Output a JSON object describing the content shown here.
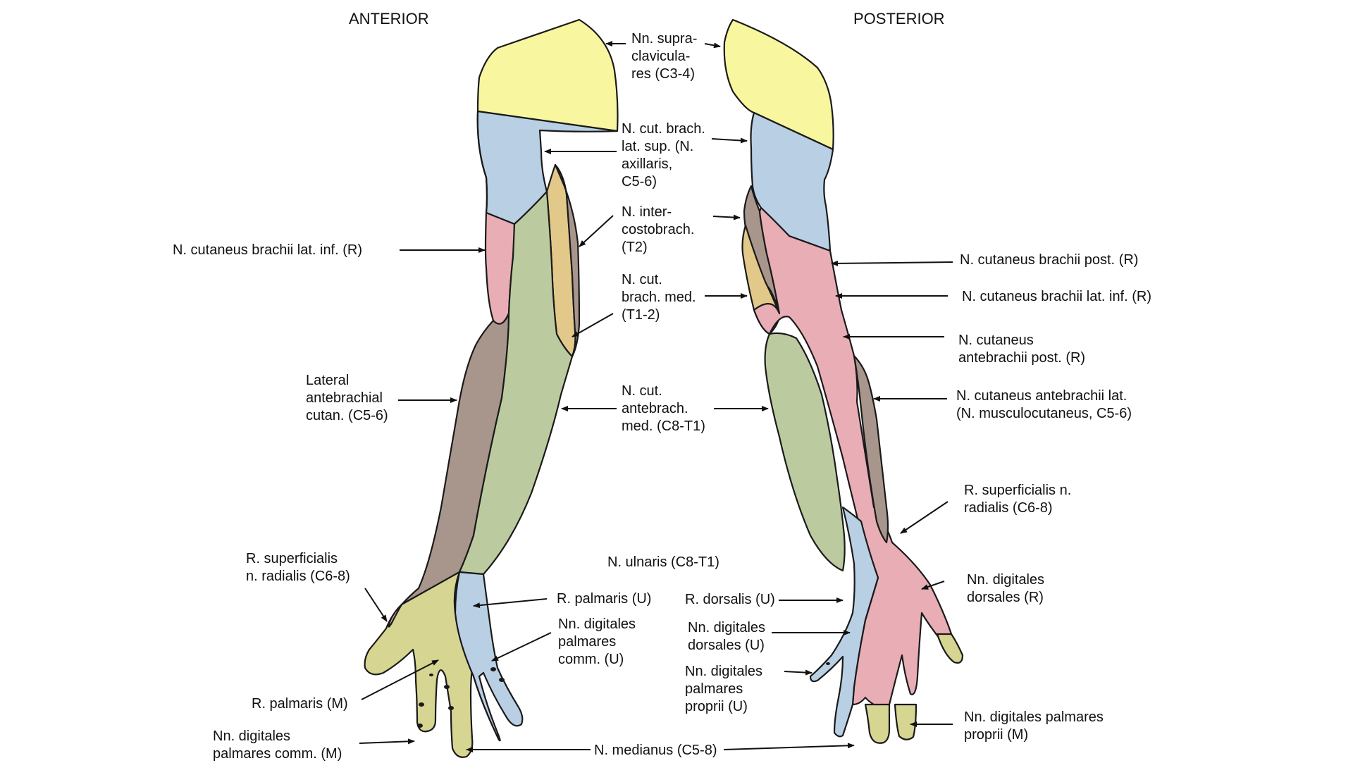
{
  "headings": {
    "anterior": "ANTERIOR",
    "posterior": "POSTERIOR"
  },
  "colors": {
    "supraclavicular": "#f8f7a0",
    "axillary": "#b9cfe4",
    "intercostobrachial": "#a8968c",
    "medial_brachial": "#e2c98a",
    "medial_antebrachial": "#bccb9f",
    "radial": "#e8adb5",
    "lateral_antebrachial": "#a8968c",
    "ulnar": "#b9cfe4",
    "median": "#d6d592",
    "outline": "#1a1a1a"
  },
  "labels": {
    "supraclav": [
      "Nn. supra-",
      "clavicula-",
      "res (C3-4)"
    ],
    "brach_lat_sup": [
      "N. cut. brach.",
      "lat. sup. (N.",
      "axillaris,",
      "C5-6)"
    ],
    "intercosto": [
      "N. inter-",
      "costobrach.",
      "(T2)"
    ],
    "brach_med": [
      "N. cut.",
      "brach. med.",
      "(T1-2)"
    ],
    "antebrach_med": [
      "N. cut.",
      "antebrach.",
      "med. (C8-T1)"
    ],
    "brachii_lat_inf_ant": [
      "N. cutaneus brachii lat. inf. (R)"
    ],
    "lateral_antebrachial": [
      "Lateral",
      "antebrachial",
      "cutan. (C5-6)"
    ],
    "superficialis_ant": [
      "R. superficialis",
      "n. radialis (C6-8)"
    ],
    "palmaris_m": [
      "R. palmaris (M)"
    ],
    "digitales_palm_comm_m": [
      "Nn. digitales",
      "palmares comm. (M)"
    ],
    "ulnaris": [
      "N. ulnaris (C8-T1)"
    ],
    "palmaris_u": [
      "R. palmaris (U)"
    ],
    "digitales_palm_comm_u": [
      "Nn. digitales",
      "palmares",
      "comm. (U)"
    ],
    "dorsalis_u": [
      "R. dorsalis (U)"
    ],
    "digitales_dors_u": [
      "Nn. digitales",
      "dorsales (U)"
    ],
    "digitales_palm_proprii_u": [
      "Nn. digitales",
      "palmares",
      "proprii (U)"
    ],
    "medianus": [
      "N. medianus (C5-8)"
    ],
    "brachii_post": [
      "N. cutaneus brachii post. (R)"
    ],
    "brachii_lat_inf_post": [
      "N. cutaneus brachii lat. inf. (R)"
    ],
    "antebrachii_post": [
      "N. cutaneus",
      "antebrachii post. (R)"
    ],
    "antebrachii_lat": [
      "N. cutaneus antebrachii lat.",
      "(N. musculocutaneus, C5-6)"
    ],
    "superficialis_post": [
      "R. superficialis n.",
      "radialis (C6-8)"
    ],
    "digitales_dors_r": [
      "Nn. digitales",
      "dorsales (R)"
    ],
    "digitales_palm_proprii_m": [
      "Nn. digitales palmares",
      "proprii (M)"
    ]
  }
}
